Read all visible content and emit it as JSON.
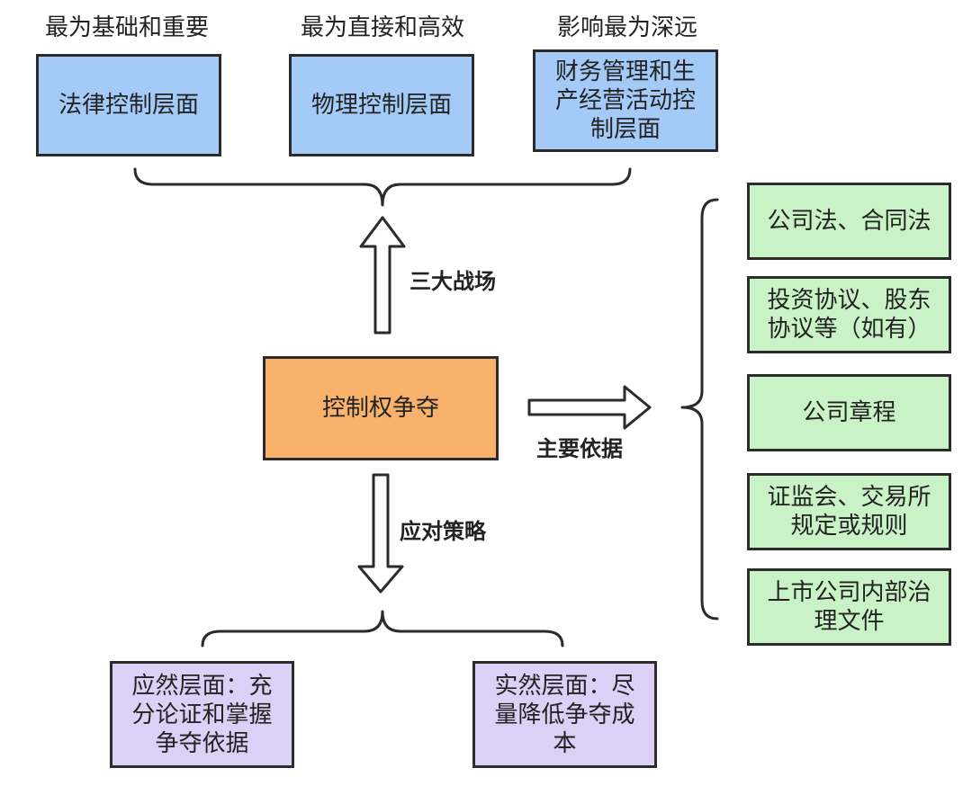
{
  "top": {
    "captions": [
      "最为基础和重要",
      "最为直接和高效",
      "影响最为深远"
    ],
    "boxes": [
      "法律控制层面",
      "物理控制层面",
      "财务管理和生产经营活动控制层面"
    ]
  },
  "arrows": {
    "up_label": "三大战场",
    "right_label": "主要依据",
    "down_label": "应对策略"
  },
  "center": {
    "label": "控制权争夺"
  },
  "right": {
    "boxes": [
      "公司法、合同法",
      "投资协议、股东协议等（如有）",
      "公司章程",
      "证监会、交易所规定或规则",
      "上市公司内部治理文件"
    ]
  },
  "bottom": {
    "boxes": [
      "应然层面：充分论证和掌握争夺依据",
      "实然层面：尽量降低争夺成本"
    ]
  },
  "colors": {
    "blue": "#a4cbf7",
    "green": "#c9f2c6",
    "orange": "#f8b26b",
    "purple": "#ddd0f7",
    "stroke": "#2b2b2b"
  }
}
